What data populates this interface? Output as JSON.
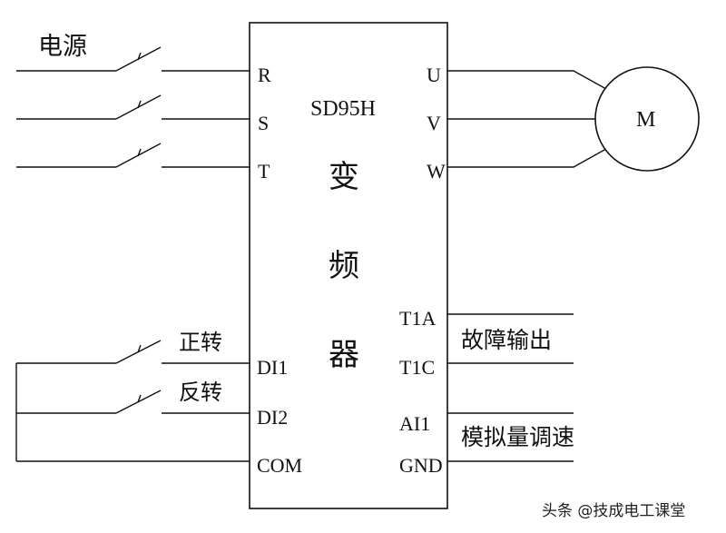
{
  "power_label": "电源",
  "device": {
    "model": "SD95H",
    "name_chars": [
      "变",
      "频",
      "器"
    ]
  },
  "terminals": {
    "input": [
      "R",
      "S",
      "T"
    ],
    "output": [
      "U",
      "V",
      "W"
    ],
    "control_left": [
      "DI1",
      "DI2",
      "COM"
    ],
    "control_right": [
      "T1A",
      "T1C",
      "AI1",
      "GND"
    ]
  },
  "motor_label": "M",
  "switch_labels": {
    "forward": "正转",
    "reverse": "反转"
  },
  "signal_labels": {
    "fault_output": "故障输出",
    "analog_speed": "模拟量调速"
  },
  "watermark": "头条 @技成电工课堂"
}
